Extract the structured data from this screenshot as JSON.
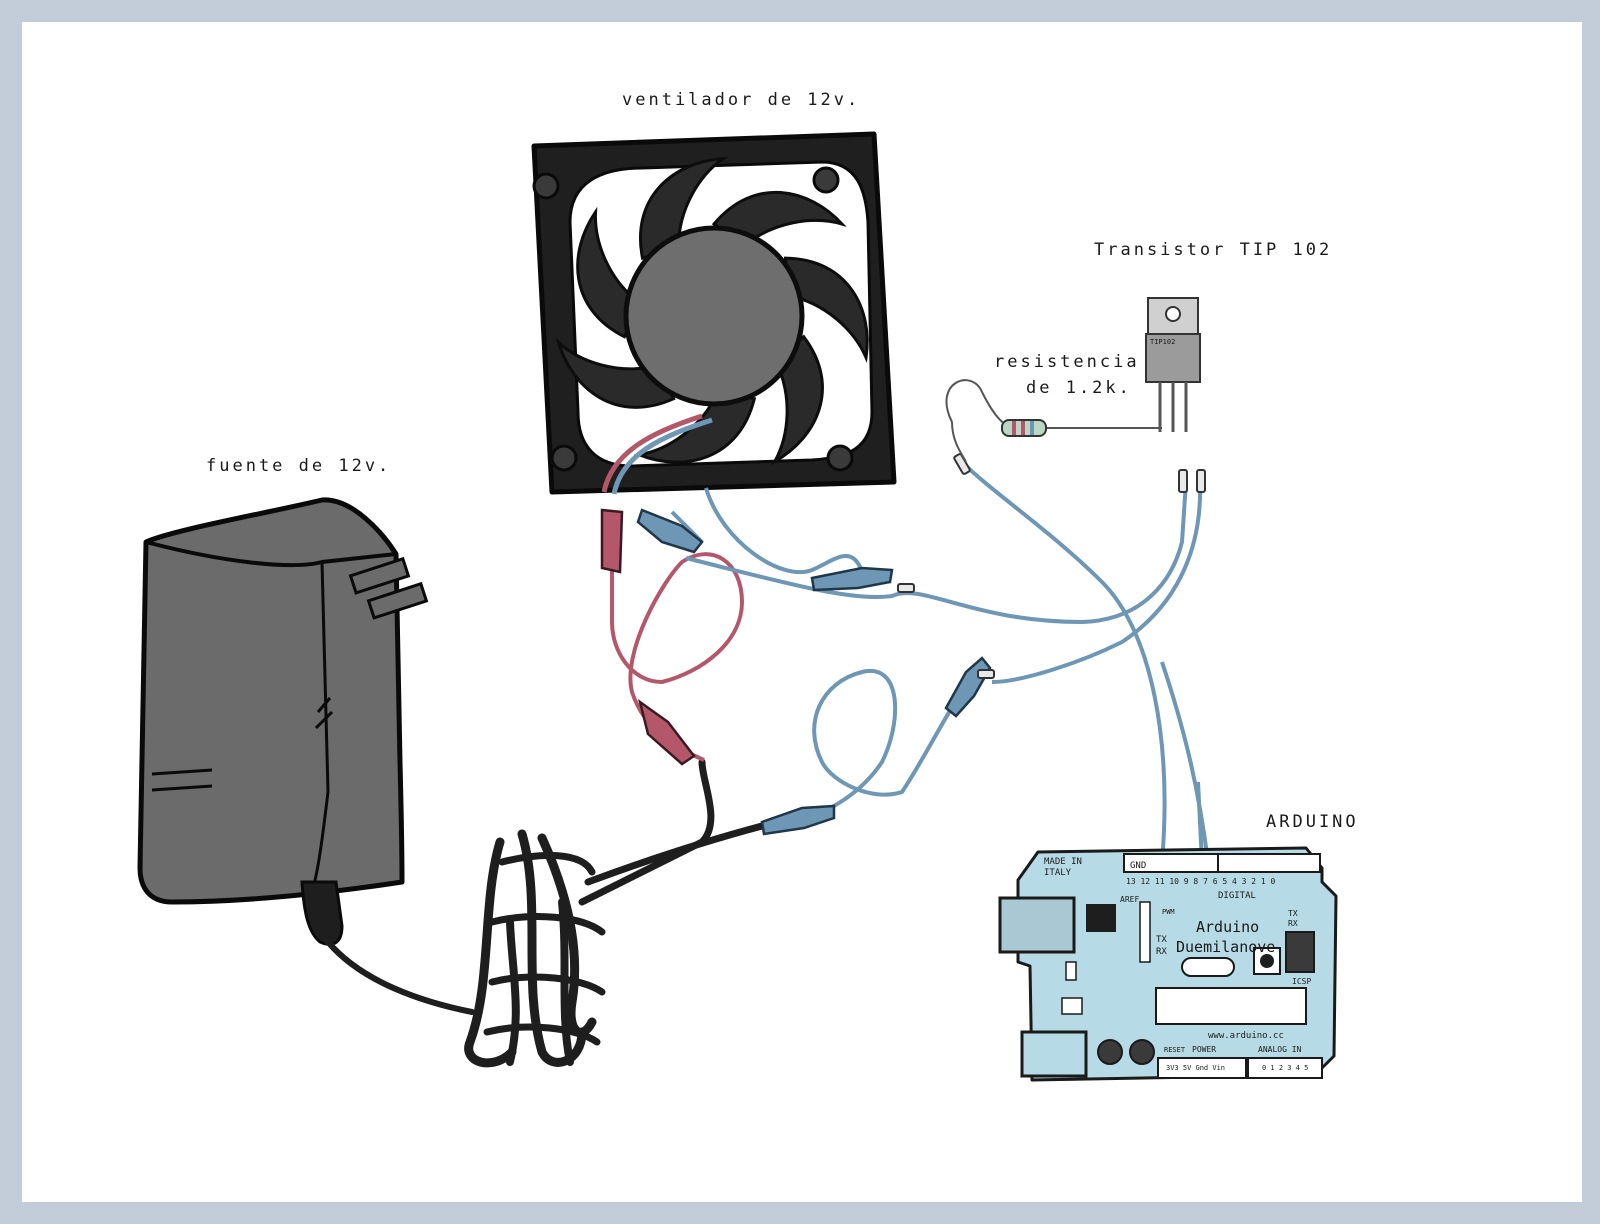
{
  "labels": {
    "fan": "ventilador de 12v.",
    "power_supply": "fuente de 12v.",
    "transistor": "Transistor TIP 102",
    "resistor_line1": "resistencia",
    "resistor_line2": "de 1.2k.",
    "arduino": "ARDUINO"
  },
  "board": {
    "made_in": "MADE IN",
    "italy": "ITALY",
    "name_line1": "Arduino",
    "name_line2": "Duemilanove",
    "url": "www.arduino.cc",
    "digital": "DIGITAL",
    "power": "POWER",
    "analog_in": "ANALOG IN",
    "reset": "RESET",
    "icsp": "ICSP",
    "tx": "TX",
    "rx": "RX",
    "aref": "AREF",
    "gnd": "GND",
    "pwm": "PWM",
    "pins_digital": "13 12 11 10 9 8 7 6 5 4 3 2 1 0",
    "pins_power": "3V3 5V Gnd Vin",
    "pins_analog": "0 1 2 3 4 5"
  },
  "transistor_marking": "TIP102",
  "colors": {
    "frame": "#c3cdd9",
    "fan_body": "#1f1f1f",
    "fan_hub": "#6e6e6e",
    "psu_body": "#6b6b6b",
    "cable_black": "#1e1e1e",
    "wire_red": "#b4576a",
    "wire_blue": "#6e96b5",
    "board": "#b7dbe6"
  }
}
